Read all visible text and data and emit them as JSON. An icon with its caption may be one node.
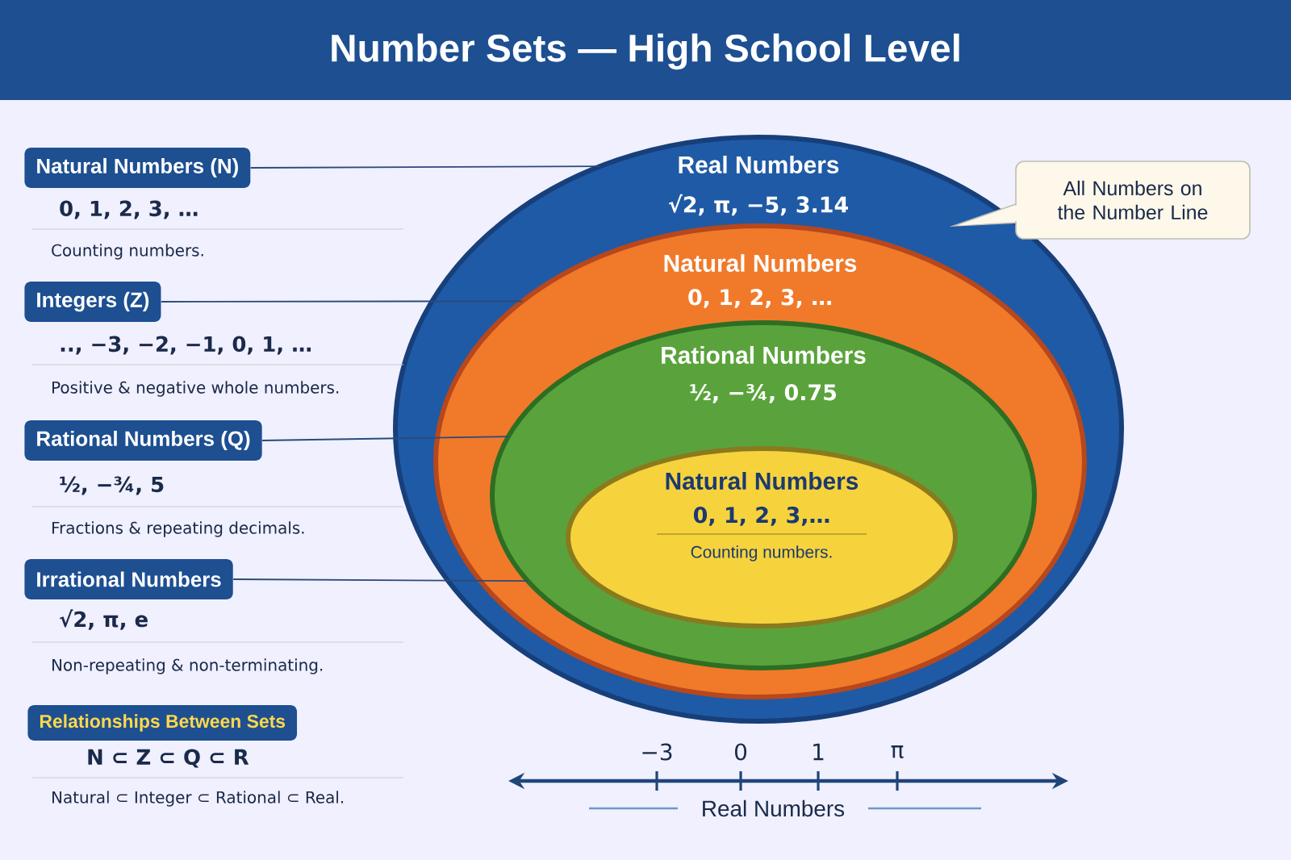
{
  "diagram": {
    "title": "Number Sets — High School Level",
    "nodes": [
      {
        "text": [
          "Real Numbers",
          "√2, π, −5, 3.14"
        ]
      },
      {
        "text": [
          "Natural Numbers",
          "0, 1, 2, 3, …"
        ],
        "in": 0
      },
      {
        "text": [
          "Rational Numbers",
          "½, −¾, 0.75"
        ],
        "in": 1
      },
      {
        "text": [
          "Natural Numbers",
          "0, 1, 2, 3,…",
          "Counting numbers."
        ],
        "in": 2
      },
      {
        "text": [
          "All Numbers on the Number Line"
        ]
      },
      {
        "text": [
          "Natural Numbers (N)"
        ],
        "beside": [
          "0, 1, 2, 3, …",
          "Counting numbers."
        ]
      },
      {
        "text": [
          "Integers (Z)"
        ],
        "beside": [
          ".., −3, −2, −1, 0, 1, …",
          "Positive & negative whole numbers."
        ]
      },
      {
        "text": [
          "Rational Numbers (Q)"
        ],
        "beside": [
          "½, −¾, 5",
          "Fractions & repeating decimals."
        ]
      },
      {
        "text": [
          "Irrational Numbers"
        ],
        "beside": [
          "√2, π, e",
          "Non-repeating & non-terminating."
        ]
      },
      {
        "text": [
          "Relationships Between Sets"
        ],
        "beside": [
          "N ⊂ Z ⊂ Q ⊂ R",
          "Natural ⊂ Integer ⊂ Rational ⊂ Real."
        ]
      }
    ],
    "edges": [
      {
        "from": 5,
        "to": 0,
        "arrow": "none"
      },
      {
        "from": 6,
        "to": 1,
        "arrow": "none"
      },
      {
        "from": 7,
        "to": 2,
        "arrow": "none"
      },
      {
        "from": 8,
        "to": 2,
        "arrow": "none"
      }
    ],
    "labels": [
      "−3",
      "0",
      "1",
      "π",
      "Real Numbers"
    ]
  }
}
